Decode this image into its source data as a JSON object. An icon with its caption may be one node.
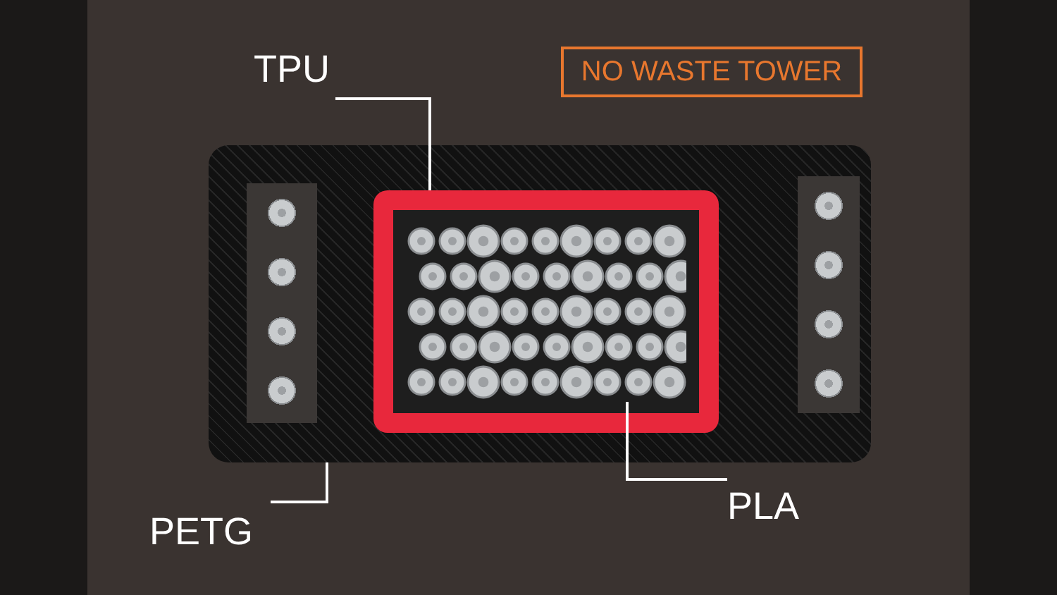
{
  "diagram": {
    "nodes": [
      {
        "text": [
          "NO WASTE TOWER"
        ]
      },
      {
        "text": [
          "TPU"
        ]
      },
      {
        "text": [],
        "shape": "picture",
        "in": 4
      },
      {
        "text": [
          "PETG"
        ]
      },
      {
        "text": [],
        "shape": "picture"
      },
      {
        "text": [
          "PLA"
        ]
      },
      {
        "text": [],
        "shape": "picture",
        "in": 2
      }
    ],
    "edges": [
      {
        "from": 1,
        "to": 2,
        "arrow": "none"
      },
      {
        "from": 3,
        "to": 4,
        "arrow": "none"
      },
      {
        "from": 5,
        "to": 6,
        "arrow": "none"
      }
    ]
  }
}
